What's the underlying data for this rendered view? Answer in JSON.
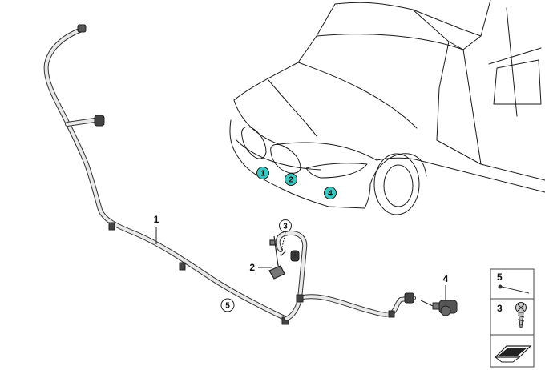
{
  "diagram": {
    "callouts": {
      "part1": "1",
      "part2": "2",
      "part3": "3",
      "part4": "4",
      "part5": "5"
    },
    "car_markers": [
      "1",
      "2",
      "4"
    ],
    "car_markers_color": "#3cc8c0",
    "legend": {
      "items": [
        "5",
        "3"
      ]
    }
  }
}
